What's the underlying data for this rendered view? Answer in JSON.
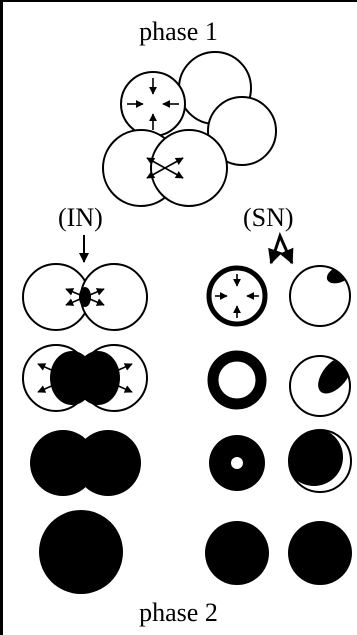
{
  "labels": {
    "phase1": "phase 1",
    "phase2": "phase 2",
    "pathway_in": "(IN)",
    "pathway_sn": "(SN)"
  },
  "colors": {
    "ink": "#000000",
    "paper": "#ffffff"
  }
}
